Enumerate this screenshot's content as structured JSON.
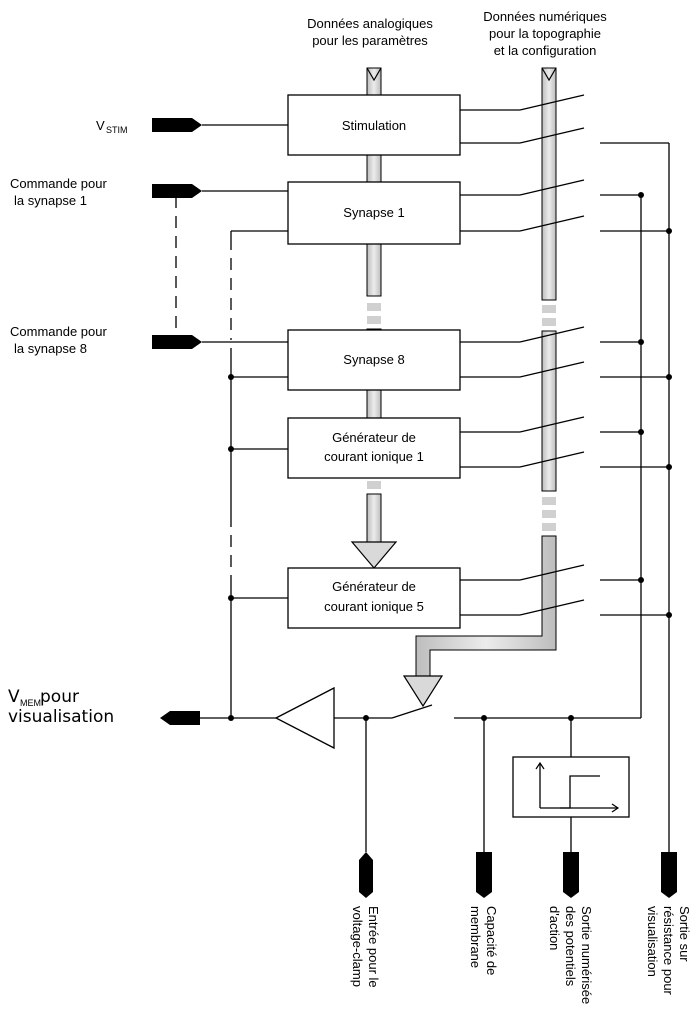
{
  "bus_labels": {
    "analog": [
      "Données analogiques",
      "pour les paramètres"
    ],
    "digital": [
      "Données numériques",
      "pour la topographie",
      "et la configuration"
    ]
  },
  "inputs": {
    "vstim_main": "V",
    "vstim_sub": "STIM",
    "cmd1": [
      "Commande pour",
      "la synapse 1"
    ],
    "cmd8": [
      "Commande pour",
      "la synapse 8"
    ]
  },
  "blocks": {
    "stimulation": "Stimulation",
    "synapse1": "Synapse 1",
    "synapse8": "Synapse 8",
    "gen1": [
      "Générateur de",
      "courant ionique 1"
    ],
    "gen5": [
      "Générateur de",
      "courant ionique 5"
    ]
  },
  "vmem": {
    "main": "V",
    "sub": "MEM",
    "suffix": " pour",
    "line2": "visualisation"
  },
  "outputs": {
    "voltage_clamp": [
      "Entrée pour le",
      "voltage-clamp"
    ],
    "capacity": [
      "Capacité de",
      "membrane"
    ],
    "spikes": [
      "Sortie numérisée",
      "des potentiels",
      "d'action"
    ],
    "resistance": [
      "Sortie sur",
      "résistance pour",
      "visualisation"
    ]
  },
  "colors": {
    "bus_fill": "#d9d9d9",
    "line": "#000000"
  }
}
